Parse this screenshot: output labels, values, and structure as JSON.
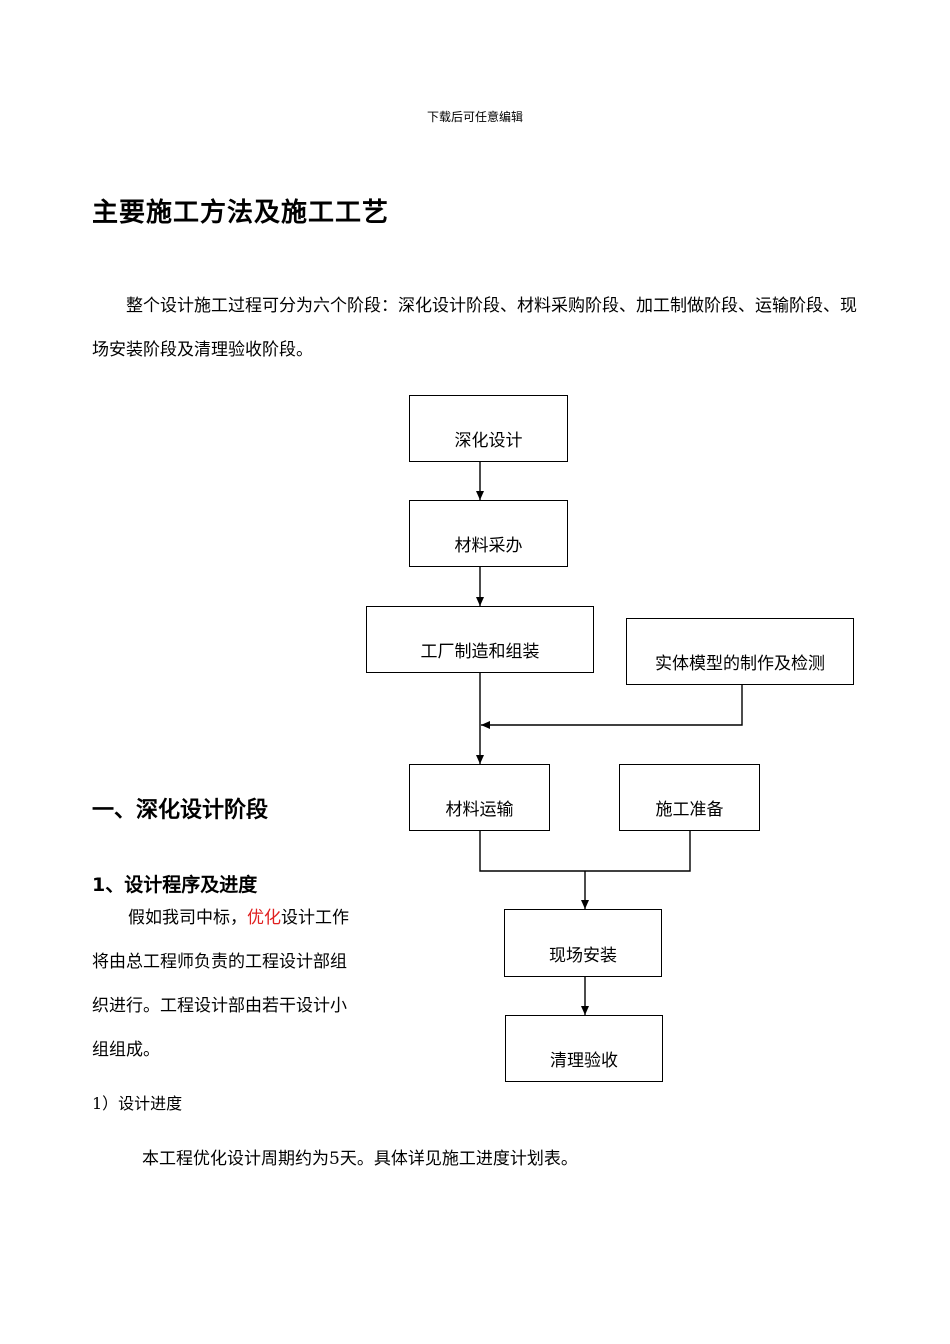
{
  "header_note": "下载后可任意编辑",
  "title": "主要施工方法及施工工艺",
  "intro": "整个设计施工过程可分为六个阶段：深化设计阶段、材料采购阶段、加工制做阶段、运输阶段、现场安装阶段及清理验收阶段。",
  "flowchart": {
    "steps": [
      "深化设计",
      "材料采办",
      "工厂制造和组装",
      "实体模型的制作及检测",
      "材料运输",
      "施工准备",
      "现场安装",
      "清理验收"
    ]
  },
  "section_1": {
    "title": "一、深化设计阶段",
    "subsection": "1、设计程序及进度",
    "body_before": "假如我司中标，",
    "body_highlight": "优化",
    "body_after": "设计工作将由总工程师负责的工程设计部组织进行。工程设计部由若干设计小组组成。",
    "item_label": "1）设计进度",
    "item_text": "本工程优化设计周期约为5天。具体详见施工进度计划表。"
  }
}
